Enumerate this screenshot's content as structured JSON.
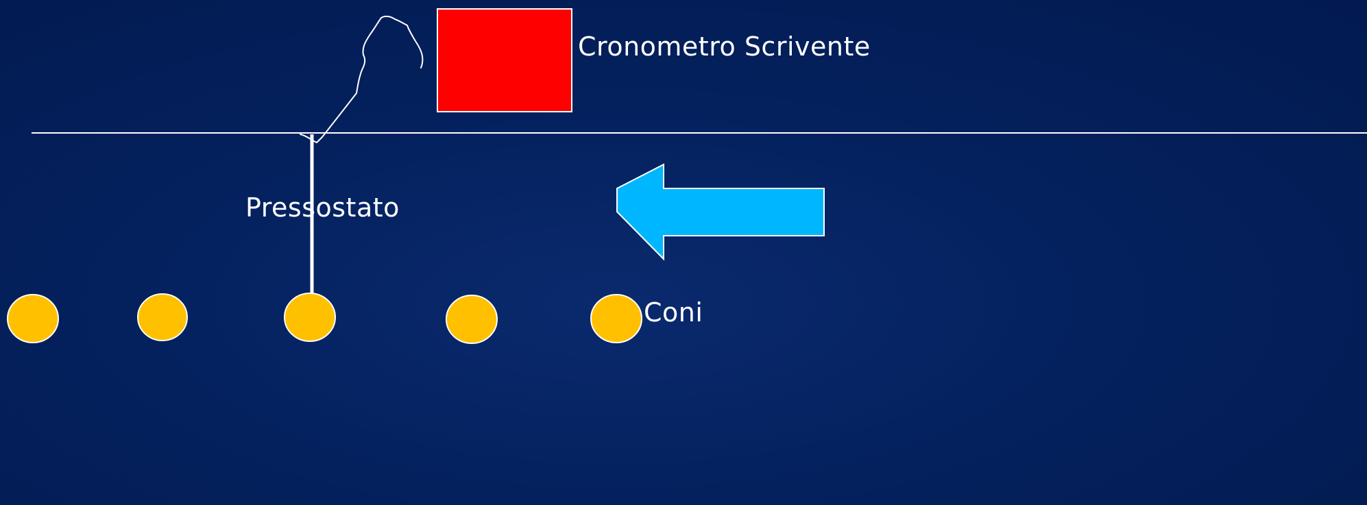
{
  "labels": {
    "timer": "Cronometro Scrivente",
    "pressure_switch": "Pressostato",
    "cones": "Coni"
  },
  "colors": {
    "background": "#04215e",
    "timer_box": "#ff0000",
    "arrow": "#00b6ff",
    "cone": "#ffc000",
    "lines": "#ffffff"
  },
  "cones_count": 5,
  "arrow_direction": "left"
}
